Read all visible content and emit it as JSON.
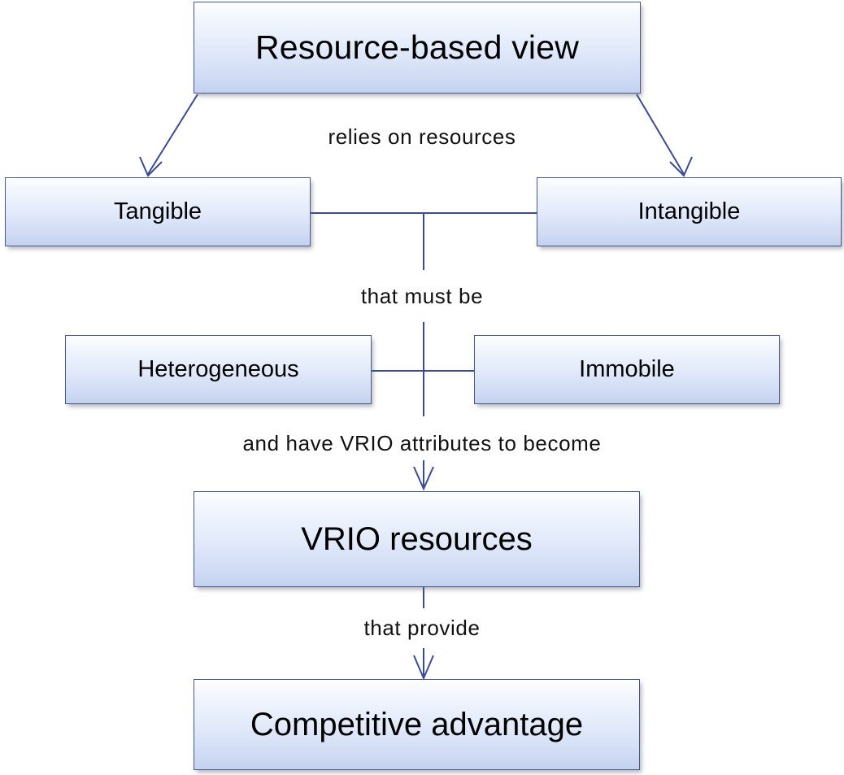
{
  "diagram": {
    "title": "Resource-based view",
    "theme": {
      "node_border_color": "#48578e",
      "node_fill_top": "#fdfeff",
      "node_fill_bottom": "#c3d1ef",
      "connector_color": "#3b4a92",
      "text_color": "#000000",
      "background_color": "#ffffff"
    },
    "nodes": [
      {
        "id": "rbv",
        "label": "Resource-based view"
      },
      {
        "id": "tangible",
        "label": "Tangible"
      },
      {
        "id": "intangible",
        "label": "Intangible"
      },
      {
        "id": "heterogeneous",
        "label": "Heterogeneous"
      },
      {
        "id": "immobile",
        "label": "Immobile"
      },
      {
        "id": "vrio",
        "label": "VRIO resources"
      },
      {
        "id": "competitive",
        "label": "Competitive advantage"
      }
    ],
    "edge_labels": [
      {
        "id": "relies",
        "text": "relies on resources"
      },
      {
        "id": "must_be",
        "text": "that must be"
      },
      {
        "id": "vrio_attrs",
        "text": "and have VRIO attributes to become"
      },
      {
        "id": "provide",
        "text": "that provide"
      }
    ],
    "edges": [
      {
        "from": "rbv",
        "to": "tangible",
        "label": "relies on resources",
        "arrow": true
      },
      {
        "from": "rbv",
        "to": "intangible",
        "label": "relies on resources",
        "arrow": true
      },
      {
        "from": "tangible",
        "to": "intangible",
        "label": "",
        "arrow": false
      },
      {
        "from": "tangible",
        "to": "heterogeneous",
        "label": "that must be",
        "arrow": false
      },
      {
        "from": "intangible",
        "to": "immobile",
        "label": "that must be",
        "arrow": false
      },
      {
        "from": "heterogeneous",
        "to": "vrio",
        "label": "and have VRIO attributes to become",
        "arrow": true
      },
      {
        "from": "immobile",
        "to": "vrio",
        "label": "and have VRIO attributes to become",
        "arrow": true
      },
      {
        "from": "vrio",
        "to": "competitive",
        "label": "that provide",
        "arrow": true
      }
    ]
  }
}
